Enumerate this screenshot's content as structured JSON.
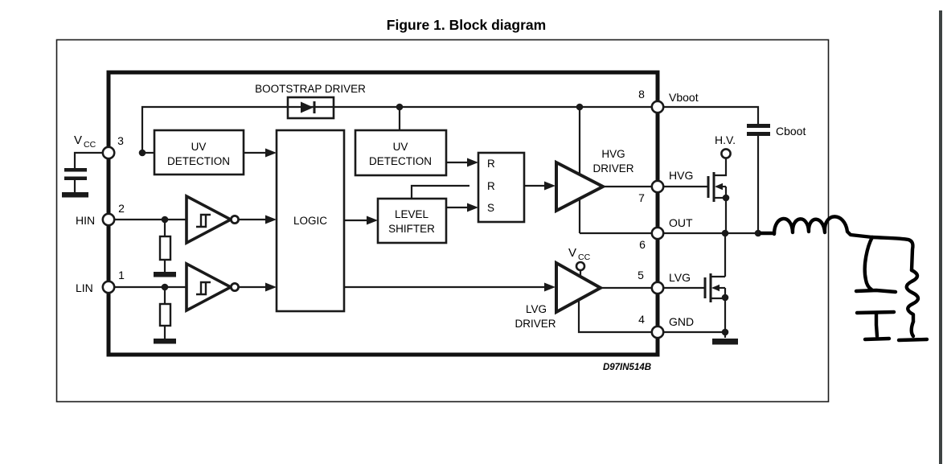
{
  "title": "Figure 1. Block diagram",
  "diagram_code": "D97IN514B",
  "ic": {
    "blocks": {
      "bootstrap_driver": "BOOTSTRAP DRIVER",
      "uv_detection_left": {
        "line1": "UV",
        "line2": "DETECTION"
      },
      "uv_detection_right": {
        "line1": "UV",
        "line2": "DETECTION"
      },
      "logic": "LOGIC",
      "level_shifter": {
        "line1": "LEVEL",
        "line2": "SHIFTER"
      },
      "latch": {
        "r1": "R",
        "r2": "R",
        "s": "S"
      },
      "hvg_driver": {
        "line1": "HVG",
        "line2": "DRIVER"
      },
      "lvg_driver": {
        "line1": "LVG",
        "line2": "DRIVER"
      }
    },
    "pins": {
      "pin1": {
        "number": "1",
        "label": "LIN"
      },
      "pin2": {
        "number": "2",
        "label": "HIN"
      },
      "pin3": {
        "number": "3",
        "label_main": "V",
        "label_sub": "CC"
      },
      "pin4": {
        "number": "4",
        "label": "GND"
      },
      "pin5": {
        "number": "5",
        "label": "LVG"
      },
      "pin6": {
        "number": "6",
        "label": "OUT"
      },
      "pin7": {
        "number": "7",
        "label": "HVG"
      },
      "pin8": {
        "number": "8",
        "label": "Vboot"
      }
    },
    "lvg_supply": {
      "main": "V",
      "sub": "CC"
    }
  },
  "external": {
    "hv_label": "H.V.",
    "cboot_label": "Cboot"
  },
  "colors": {
    "line": "#1a1a1a",
    "text": "#000000",
    "page_edge": "#3d4242"
  }
}
